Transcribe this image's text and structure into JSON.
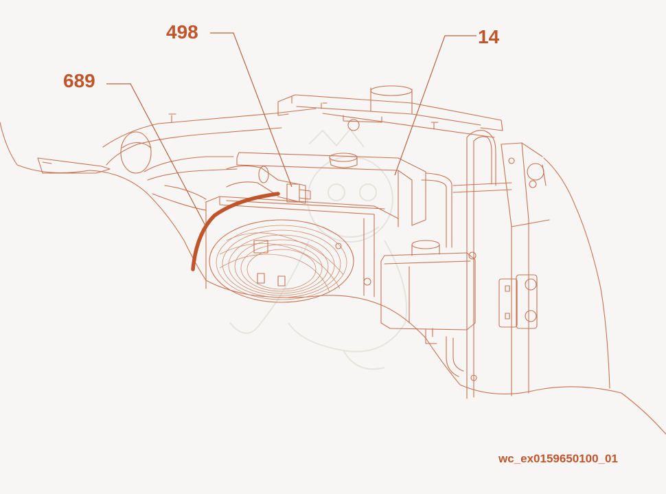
{
  "callouts": {
    "c1": "498",
    "c2": "14",
    "c3": "689"
  },
  "reference": "wc_ex0159650100_01",
  "colors": {
    "line": "#c9704e",
    "highlight": "#c0552c",
    "text": "#c0552c",
    "background": "#f7f6f4"
  }
}
